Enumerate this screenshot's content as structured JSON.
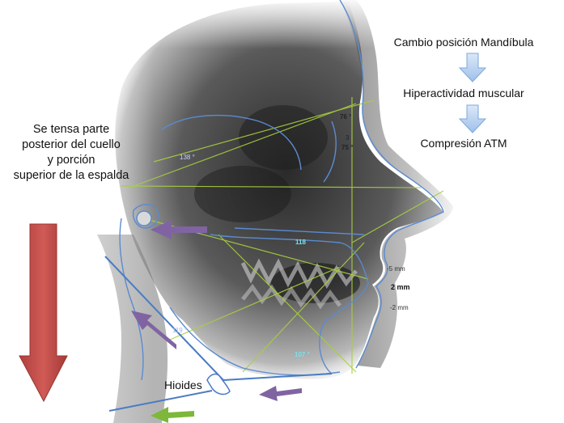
{
  "flow": {
    "steps": [
      "Cambio posición Mandíbula",
      "Hiperactividad muscular",
      "Compresión ATM"
    ],
    "arrow_color": "#a9c8ee"
  },
  "labels": {
    "tension_lines": [
      "Se tensa parte",
      "posterior del cuello",
      "y porción",
      "superior de la espalda"
    ],
    "hyoid": "Hioides"
  },
  "measurements": {
    "angle_138": "138 °",
    "angle_76": "76 °",
    "num_3": "3",
    "angle_75": "75 °",
    "angle_118": "118",
    "mm_neg5": "-5 mm",
    "mm_2": "2 mm",
    "mm_neg2": "-2 mm",
    "angle_119": "119 °",
    "angle_107": "107 °"
  },
  "colors": {
    "big_arrow": "#c0504d",
    "purple_arrow": "#8064a2",
    "green_arrow": "#7db83a",
    "tracing_blue": "#5b8bd0",
    "tracing_green": "#a8cf3f"
  },
  "icons": [
    "down-arrow-icon",
    "left-arrow-icon",
    "diagonal-arrow-icon"
  ]
}
